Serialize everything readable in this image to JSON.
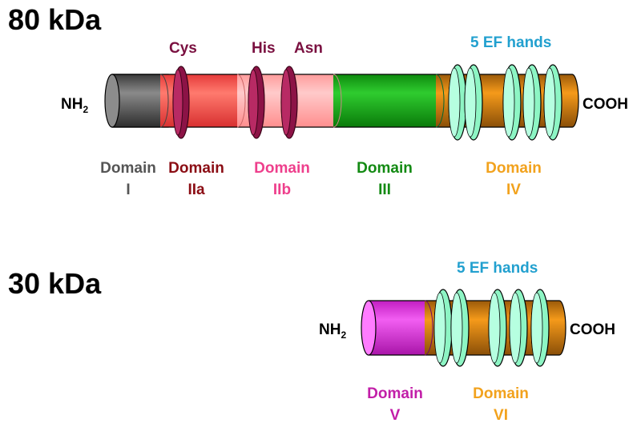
{
  "large": {
    "title": "80 kDa",
    "n_term": "NH",
    "n_sub": "2",
    "c_term": "COOH",
    "ef_label": "5 EF hands",
    "sites": [
      "Cys",
      "His",
      "Asn"
    ],
    "domains": [
      {
        "line1": "Domain",
        "line2": "I",
        "color": "#555555"
      },
      {
        "line1": "Domain",
        "line2": "IIa",
        "color": "#8b0d14"
      },
      {
        "line1": "Domain",
        "line2": "IIb",
        "color": "#ee3f8c"
      },
      {
        "line1": "Domain",
        "line2": "III",
        "color": "#138a13"
      },
      {
        "line1": "Domain",
        "line2": "IV",
        "color": "#f2a21d"
      }
    ]
  },
  "small": {
    "title": "30 kDa",
    "n_term": "NH",
    "n_sub": "2",
    "c_term": "COOH",
    "ef_label": "5 EF hands",
    "domains": [
      {
        "line1": "Domain",
        "line2": "V",
        "color": "#c21ea8"
      },
      {
        "line1": "Domain",
        "line2": "VI",
        "color": "#f2a21d"
      }
    ]
  },
  "colors": {
    "ef_label": "#22a0cf",
    "site_label": "#7a1040",
    "ef_ring": "#8df5c4",
    "site_ring": "#8c1346"
  }
}
